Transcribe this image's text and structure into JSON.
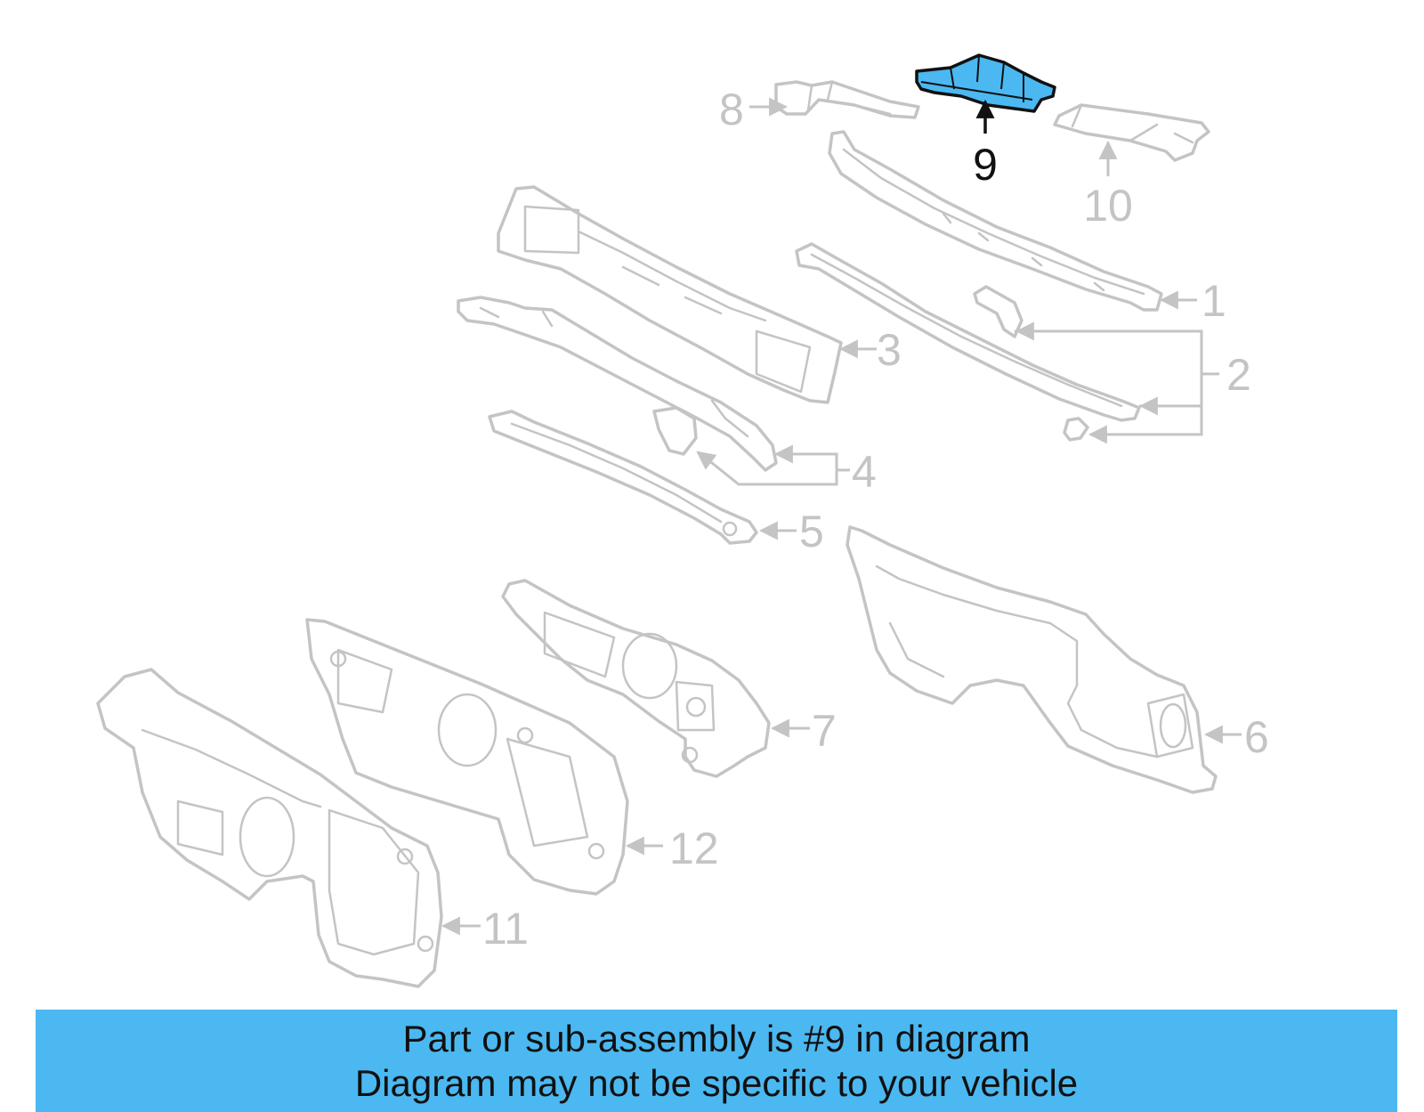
{
  "diagram": {
    "highlighted_part": "9",
    "highlight_color": "#4bb8f1",
    "muted_color": "#c4c4c4",
    "callouts": [
      "1",
      "2",
      "3",
      "4",
      "5",
      "6",
      "7",
      "8",
      "9",
      "10",
      "11",
      "12"
    ]
  },
  "banner": {
    "background": "#4bb8f1",
    "line1": "Part or sub-assembly is #9 in diagram",
    "line2": "Diagram may not be specific to your vehicle"
  }
}
